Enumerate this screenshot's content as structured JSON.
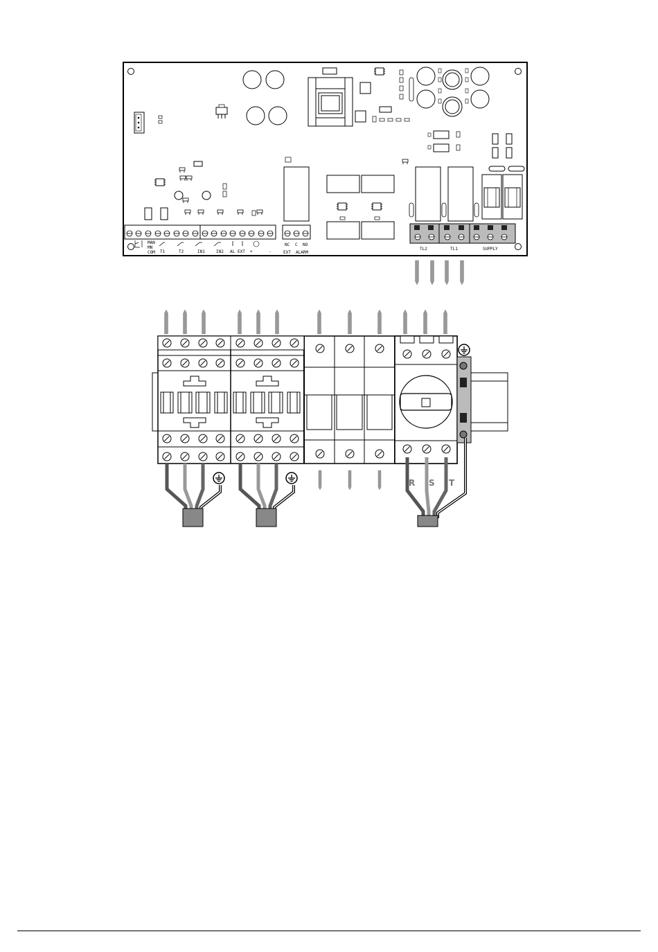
{
  "board": {
    "terminals_left": {
      "labels": [
        "MAN",
        "MN",
        "COM",
        "T1",
        "T2",
        "IN1",
        "IN2",
        "AL",
        "EXT",
        "+",
        "-"
      ]
    },
    "terminals_alarm": {
      "labels": [
        "NC",
        "C",
        "NO",
        "EXT",
        "ALARM"
      ]
    },
    "terminals_power": {
      "labels": [
        "TL2",
        "TL1",
        "SUPPLY"
      ]
    }
  },
  "switch_phases": [
    "R",
    "S",
    "T"
  ],
  "colors": {
    "line": "#000000",
    "wire_light": "#aaaaaa",
    "wire_mid": "#888888",
    "wire_dark": "#555555",
    "terminal_block": "#bbbbbb"
  },
  "icons": {
    "ground": "ground-icon",
    "screw": "screw-terminal-icon"
  }
}
